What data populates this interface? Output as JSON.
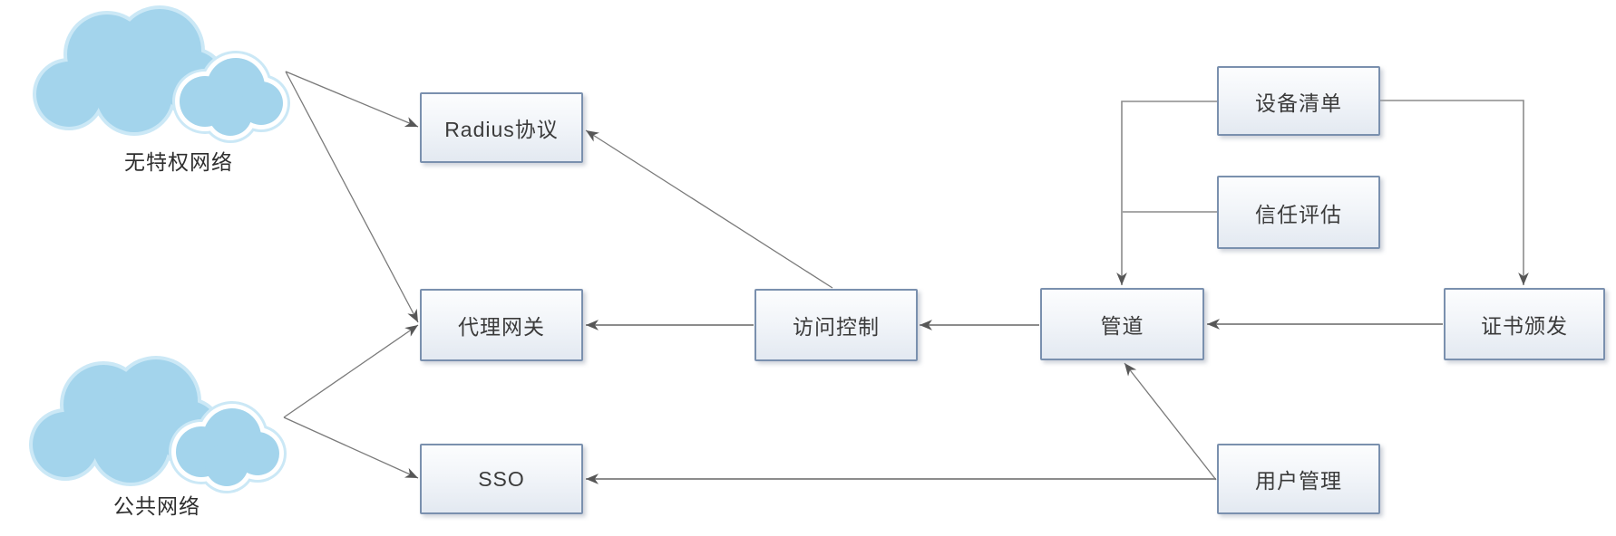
{
  "diagram": {
    "title": "zero-trust network architecture diagram",
    "clouds": [
      {
        "id": "unprivileged-network",
        "label": "无特权网络"
      },
      {
        "id": "public-network",
        "label": "公共网络"
      }
    ],
    "nodes": [
      {
        "id": "radius-protocol",
        "label": "Radius协议"
      },
      {
        "id": "proxy-gateway",
        "label": "代理网关"
      },
      {
        "id": "sso",
        "label": "SSO"
      },
      {
        "id": "access-control",
        "label": "访问控制"
      },
      {
        "id": "pipeline",
        "label": "管道"
      },
      {
        "id": "device-inventory",
        "label": "设备清单"
      },
      {
        "id": "trust-evaluation",
        "label": "信任评估"
      },
      {
        "id": "certificate-issuance",
        "label": "证书颁发"
      },
      {
        "id": "user-management",
        "label": "用户管理"
      }
    ],
    "edges": [
      {
        "from": "无特权网络",
        "to": "Radius协议"
      },
      {
        "from": "无特权网络",
        "to": "代理网关"
      },
      {
        "from": "公共网络",
        "to": "代理网关"
      },
      {
        "from": "公共网络",
        "to": "SSO"
      },
      {
        "from": "访问控制",
        "to": "Radius协议"
      },
      {
        "from": "访问控制",
        "to": "代理网关"
      },
      {
        "from": "管道",
        "to": "访问控制"
      },
      {
        "from": "设备清单",
        "to": "管道"
      },
      {
        "from": "信任评估",
        "to": "管道"
      },
      {
        "from": "设备清单",
        "to": "证书颁发"
      },
      {
        "from": "证书颁发",
        "to": "管道"
      },
      {
        "from": "用户管理",
        "to": "SSO"
      },
      {
        "from": "用户管理",
        "to": "管道"
      }
    ],
    "colors": {
      "cloud_fill": "#a3d4ec",
      "cloud_outer_rim": "#cbe8f6",
      "cloud_inner_rim": "#ffffff",
      "node_border": "#7a90ae",
      "node_fill_top": "#fcfdfe",
      "node_fill_bottom": "#e3e9f1",
      "connector": "#8c8c8c",
      "arrowhead": "#575757",
      "text": "#3b3b3b"
    }
  }
}
